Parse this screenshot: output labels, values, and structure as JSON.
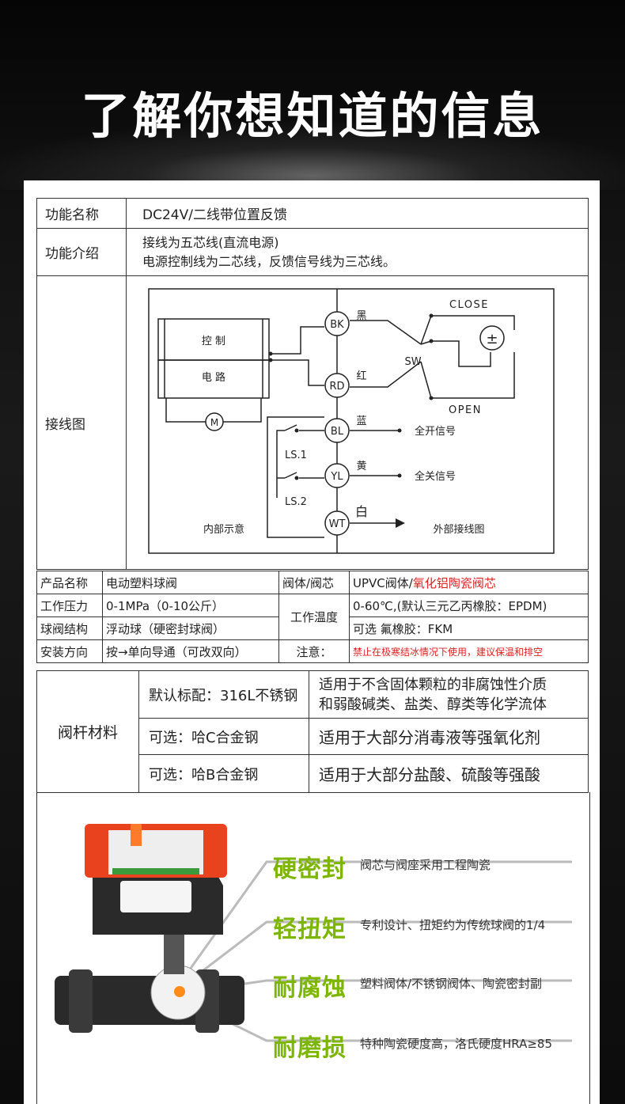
{
  "header": {
    "title": "了解你想知道的信息"
  },
  "spec1": {
    "func_name_label": "功能名称",
    "func_name_value": "DC24V/二线带位置反馈",
    "func_intro_label": "功能介绍",
    "func_intro_line1": "接线为五芯线(直流电源)",
    "func_intro_line2": "电源控制线为二芯线，反馈信号线为三芯线。",
    "wiring_label": "接线图"
  },
  "diagram": {
    "ctrl1": "控 制",
    "ctrl2": "电 路",
    "motor": "M",
    "bk": "BK",
    "rd": "RD",
    "bl": "BL",
    "yl": "YL",
    "wt": "WT",
    "black": "黑",
    "red": "红",
    "blue": "蓝",
    "yellow": "黄",
    "white": "白",
    "close": "CLOSE",
    "open": "OPEN",
    "sw": "SW",
    "pm": "±",
    "ls1": "LS.1",
    "ls2": "LS.2",
    "full_open": "全开信号",
    "full_close": "全关信号",
    "internal": "内部示意",
    "external": "外部接线图"
  },
  "spec2": {
    "product_label": "产品名称",
    "product_value": "电动塑料球阀",
    "body_label": "阀体/阀芯",
    "body_value_a": "UPVC阀体/",
    "body_value_b": "氧化铝陶瓷阀芯",
    "pressure_label": "工作压力",
    "pressure_value": "0-1MPa（0-10公斤）",
    "temp_label": "工作温度",
    "temp_value1": "0-60℃,(默认三元乙丙橡胶：EPDM)",
    "temp_value2": "可选 氟橡胶：FKM",
    "structure_label": "球阀结构",
    "structure_value": "浮动球（硬密封球阀）",
    "install_label": "安装方向",
    "install_value": "按→单向导通（可改双向）",
    "note_label": "注意：",
    "note_value": "禁止在极寒结冰情况下使用，建议保温和排空"
  },
  "stem": {
    "label": "阀杆材料",
    "rows": [
      {
        "material": "默认标配：316L不锈钢",
        "use1": "适用于不含固体颗粒的非腐蚀性介质",
        "use2": "和弱酸碱类、盐类、醇类等化学流体"
      },
      {
        "material": "可选：哈C合金钢",
        "use1": "适用于大部分消毒液等强氧化剂",
        "use2": ""
      },
      {
        "material": "可选：哈B合金钢",
        "use1": "适用于大部分盐酸、硫酸等强酸",
        "use2": ""
      }
    ]
  },
  "features": [
    {
      "title": "硬密封",
      "desc": "阀芯与阀座采用工程陶瓷"
    },
    {
      "title": "轻扭矩",
      "desc": "专利设计、扭矩约为传统球阀的1/4"
    },
    {
      "title": "耐腐蚀",
      "desc": "塑料阀体/不锈钢阀体、陶瓷密封副"
    },
    {
      "title": "耐磨损",
      "desc": "特种陶瓷硬度高，洛氏硬度HRA≥85"
    }
  ],
  "colors": {
    "feature_green": "#7cb600",
    "warning_red": "#e02020",
    "actuator_red": "#e8421e"
  }
}
